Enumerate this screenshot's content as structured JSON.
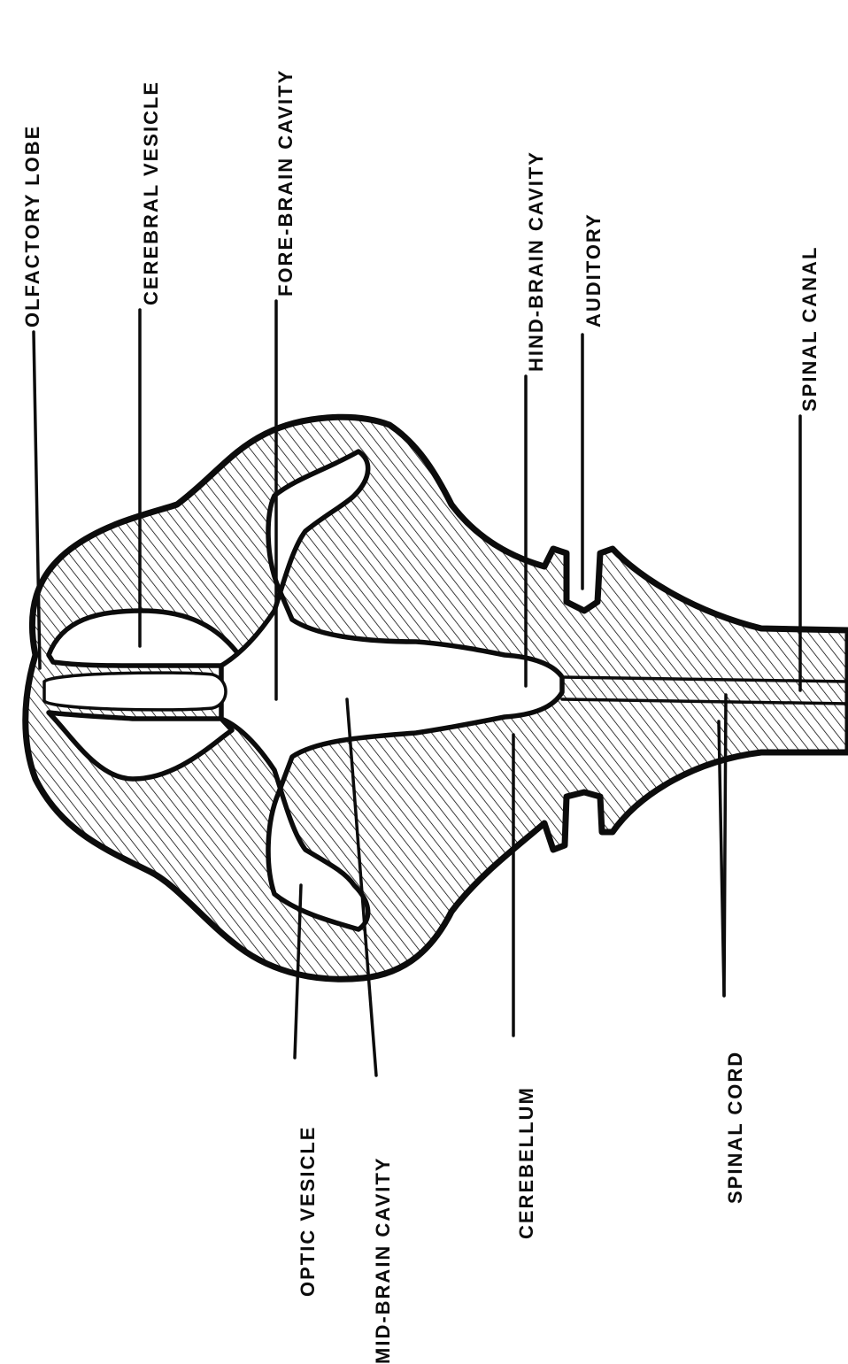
{
  "labels": {
    "olfactory_lobe": "OLFACTORY LOBE",
    "cerebral_vesicle": "CEREBRAL VESICLE",
    "fore_brain_cavity": "FORE-BRAIN CAVITY",
    "hind_brain_cavity": "HIND-BRAIN CAVITY",
    "auditory": "AUDITORY",
    "spinal_canal": "SPINAL CANAL",
    "optic_vesicle": "OPTIC VESICLE",
    "mid_brain_cavity": "MID-BRAIN CAVITY",
    "cerebellum": "CEREBELLUM",
    "spinal_cord": "SPINAL CORD"
  },
  "colors": {
    "ink": "#0c0c0c",
    "paper": "#ffffff"
  }
}
